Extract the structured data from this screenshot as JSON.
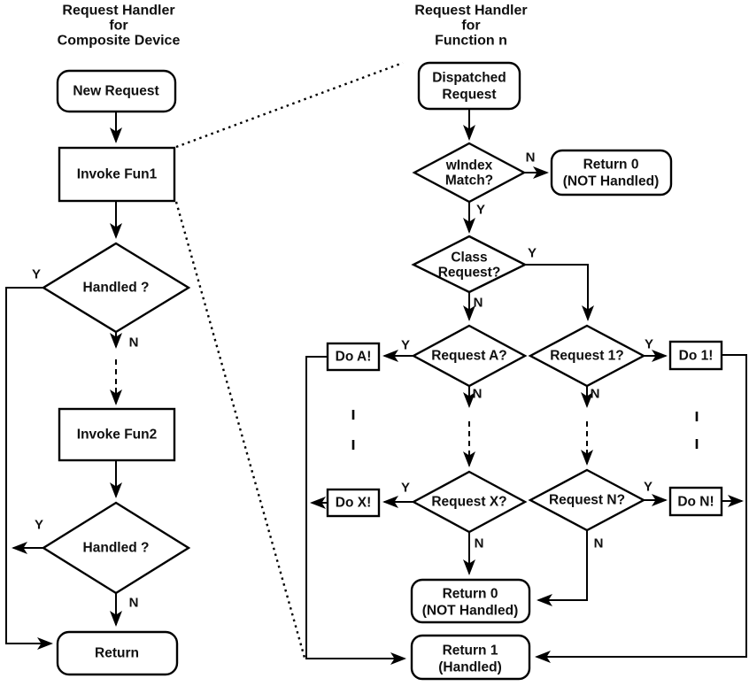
{
  "colors": {
    "ink": "#000000",
    "background": "#ffffff"
  },
  "left": {
    "title": [
      "Request Handler",
      "for",
      "Composite Device"
    ],
    "new_request": "New Request",
    "invoke_fun1": "Invoke Fun1",
    "handled1": "Handled ?",
    "invoke_fun2": "Invoke Fun2",
    "handled2": "Handled ?",
    "return_node": "Return",
    "yes": "Y",
    "no": "N"
  },
  "right": {
    "title": [
      "Request Handler",
      "for",
      "Function n"
    ],
    "dispatched": [
      "Dispatched",
      "Request"
    ],
    "windex": [
      "wIndex",
      "Match?"
    ],
    "return0_top": [
      "Return 0",
      "(NOT Handled)"
    ],
    "class_request": [
      "Class",
      "Request?"
    ],
    "request_a": "Request A?",
    "request_1": "Request 1?",
    "do_a": "Do A!",
    "do_1": "Do 1!",
    "request_x": "Request X?",
    "request_n": "Request N?",
    "do_x": "Do X!",
    "do_n": "Do N!",
    "return0_bottom": [
      "Return 0",
      "(NOT Handled)"
    ],
    "return1": [
      "Return 1",
      "(Handled)"
    ],
    "yes": "Y",
    "no": "N"
  }
}
